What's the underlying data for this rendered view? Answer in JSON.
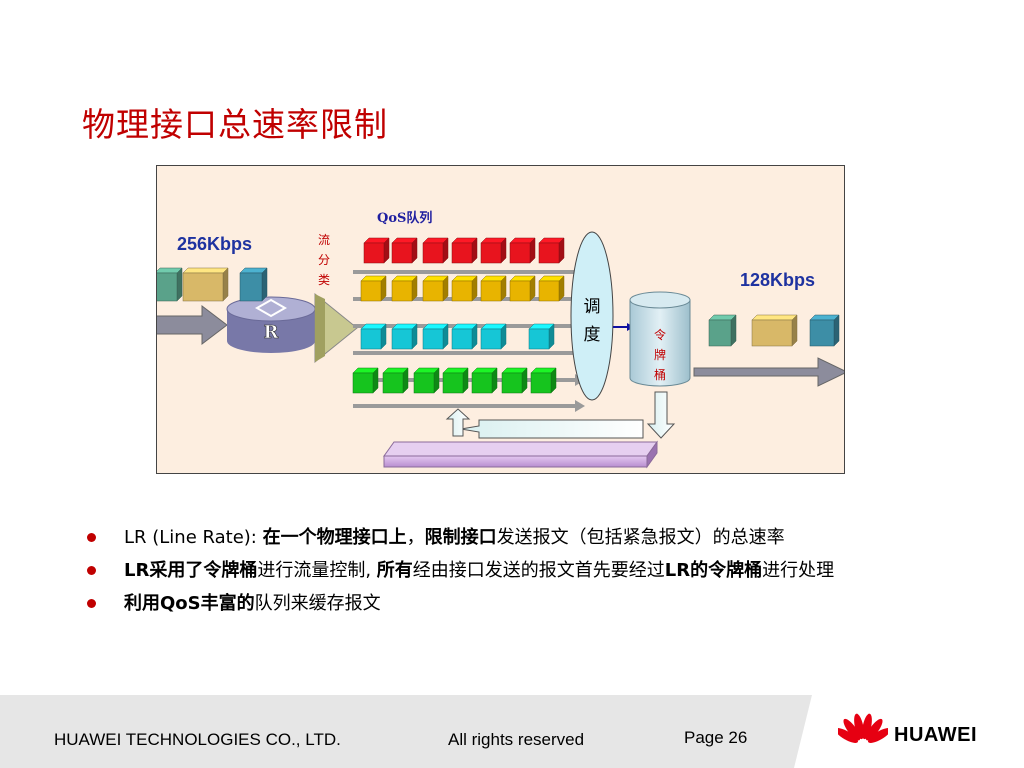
{
  "title": "物理接口总速率限制",
  "diagram": {
    "qos_label": "QoS队列",
    "in_rate": "256Kbps",
    "out_rate": "128Kbps",
    "classifier": [
      "流",
      "分",
      "类"
    ],
    "scheduler": [
      "调",
      "度"
    ],
    "bucket": [
      "令",
      "牌",
      "桶"
    ],
    "router_letter": "R",
    "colors": {
      "red": "#e8141e",
      "yellow": "#e8b400",
      "cyan": "#16c6d6",
      "green": "#16c41e",
      "teal_mix": "#5aa28a",
      "tan": "#d8b868",
      "steel": "#3d8ea6"
    }
  },
  "bullets": [
    {
      "parts": [
        {
          "t": "LR (Line Rate):  ",
          "b": false
        },
        {
          "t": "在一个物理接口上",
          "b": true
        },
        {
          "t": "，",
          "b": false
        },
        {
          "t": "限制接口",
          "b": true
        },
        {
          "t": "发送报文（包括紧急报文）的总速率",
          "b": false
        }
      ]
    },
    {
      "parts": [
        {
          "t": "LR采用了令牌桶",
          "b": true
        },
        {
          "t": "进行流量控制, ",
          "b": false
        },
        {
          "t": "所有",
          "b": true
        },
        {
          "t": "经由接口发送的报文首先要经过",
          "b": false
        },
        {
          "t": "LR的令牌桶",
          "b": true
        },
        {
          "t": "进行处理",
          "b": false
        }
      ]
    },
    {
      "parts": [
        {
          "t": "利用QoS丰富的",
          "b": true
        },
        {
          "t": "队列来缓存报文",
          "b": false
        }
      ]
    }
  ],
  "footer": {
    "company": "HUAWEI TECHNOLOGIES CO., LTD.",
    "rights": "All rights reserved",
    "page": "Page 26",
    "brand": "HUAWEI",
    "brand_color": "#e60012"
  }
}
